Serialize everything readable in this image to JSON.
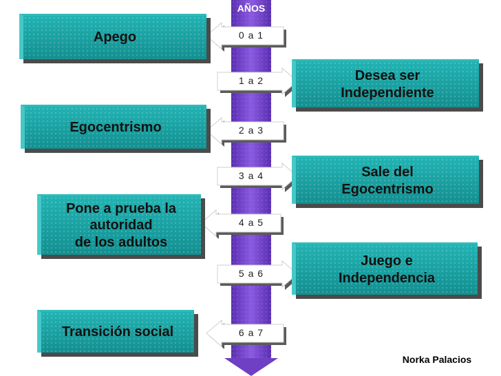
{
  "header": {
    "axis_title": "AÑOS"
  },
  "stages": [
    {
      "side": "left",
      "age": "0 a 1",
      "label": "Apego"
    },
    {
      "side": "right",
      "age": "1 a 2",
      "label": "Desea ser\nIndependiente"
    },
    {
      "side": "left",
      "age": "2 a 3",
      "label": "Egocentrismo"
    },
    {
      "side": "right",
      "age": "3 a 4",
      "label": "Sale del\nEgocentrismo"
    },
    {
      "side": "left",
      "age": "4 a 5",
      "label": "Pone a prueba la\nautoridad\nde los adultos"
    },
    {
      "side": "right",
      "age": "5 a 6",
      "label": "Juego e\nIndependencia"
    },
    {
      "side": "left",
      "age": "6 a 7",
      "label": "Transición social"
    }
  ],
  "footer": {
    "author": "Norka Palacios"
  },
  "colors": {
    "timeline": "#6f3fc4",
    "box": "#19a3a3",
    "shadow": "#4b4b4b"
  }
}
